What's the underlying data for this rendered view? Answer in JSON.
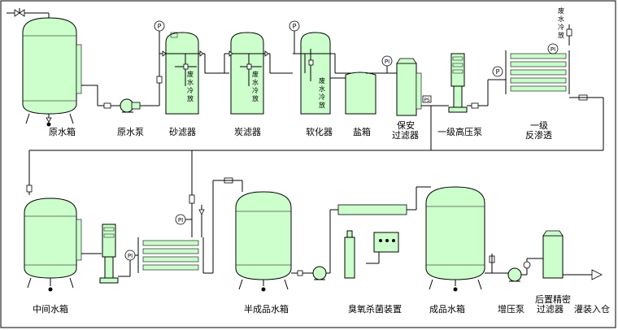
{
  "labels": {
    "raw_tank": "原水箱",
    "raw_pump": "原水泵",
    "sand_filter": "砂滤器",
    "carbon_filter": "炭滤器",
    "softener": "软化器",
    "salt_tank": "盐箱",
    "security_filter_l1": "保安",
    "security_filter_l2": "过滤器",
    "hp_pump_1": "一级高压泵",
    "ro1_l1": "一级",
    "ro1_l2": "反渗透",
    "mid_tank": "中间水箱",
    "semi_tank": "半成品水箱",
    "ozone": "臭氧杀菌装置",
    "product_tank": "成品水箱",
    "booster_pump": "增压泵",
    "post_filter_l1": "后置精密",
    "post_filter_l2": "过滤器",
    "filling": "灌装入仓"
  },
  "waste_tags": {
    "sand": [
      "废",
      "水",
      "冷",
      "放"
    ],
    "carbon": [
      "废",
      "水",
      "冷",
      "放"
    ],
    "softener": [
      "废",
      "水",
      "冷",
      "放"
    ],
    "ro1": [
      "废",
      "水",
      "冷",
      "放"
    ]
  },
  "instruments": {
    "pressure": "P",
    "pressure_indicator": "PI"
  },
  "colors": {
    "tank_fill": "#ccffcc",
    "line": "#000000",
    "accent_green": "#00cc00"
  }
}
